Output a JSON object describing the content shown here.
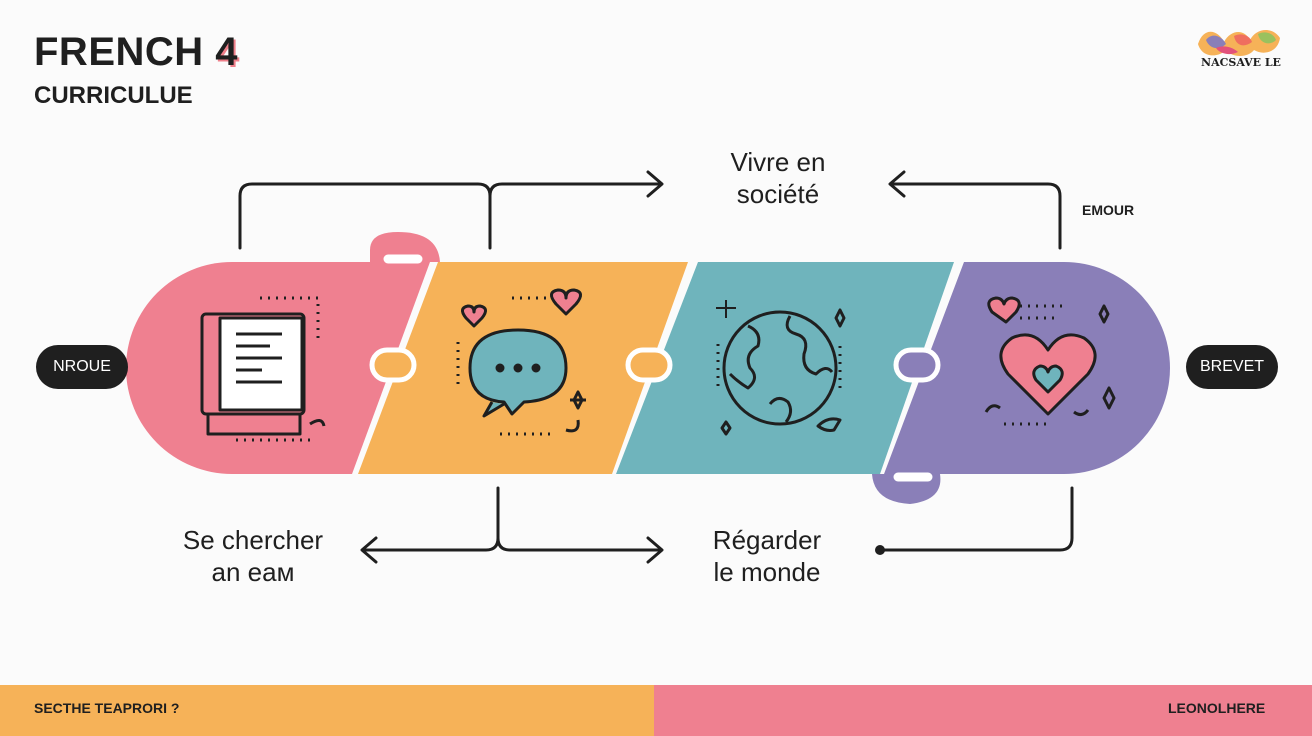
{
  "header": {
    "title": "FRENCH",
    "title_number": "4",
    "subtitle": "CURRICULUE"
  },
  "logo": {
    "text": "NACSAVE LE"
  },
  "stages": {
    "top_center": [
      "Vivre en",
      "société"
    ],
    "bottom_left": [
      "Se chercher",
      "an eaм"
    ],
    "bottom_center": [
      "Régarder",
      "le monde"
    ],
    "top_right_note": "EMOUR"
  },
  "endpoints": {
    "start": "NROUE",
    "end": "BREVET"
  },
  "segments": [
    {
      "color": "#ef8090",
      "icon": "book-icon"
    },
    {
      "color": "#f6b258",
      "icon": "speech-bubble-icon"
    },
    {
      "color": "#6fb4bc",
      "icon": "globe-icon"
    },
    {
      "color": "#8a7fb8",
      "icon": "heart-icon"
    }
  ],
  "footer": {
    "left": "SECTHE TEAPRORI ?",
    "right": "LEONOLHERE",
    "left_color": "#f6b258",
    "right_color": "#ef8090"
  }
}
